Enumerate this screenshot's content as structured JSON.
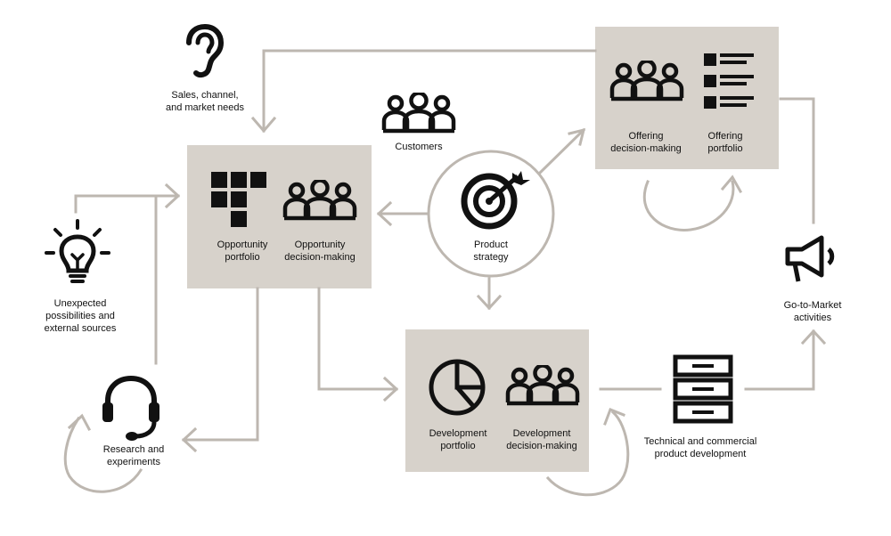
{
  "colors": {
    "box": "#d7d2cb",
    "arrow": "#bdb7b0",
    "icon": "#111111"
  },
  "nodes": {
    "sales": {
      "icon": "ear-icon",
      "lines": [
        "Sales, channel,",
        "and market needs"
      ]
    },
    "customers": {
      "icon": "people-group-icon",
      "lines": [
        "Customers"
      ]
    },
    "strategy": {
      "icon": "target-icon",
      "lines": [
        "Product",
        "strategy"
      ]
    },
    "opp_portfolio": {
      "icon": "blocks-icon",
      "lines": [
        "Opportunity",
        "portfolio"
      ]
    },
    "opp_decision": {
      "icon": "people-group-icon",
      "lines": [
        "Opportunity",
        "decision-making"
      ]
    },
    "off_decision": {
      "icon": "people-group-icon",
      "lines": [
        "Offering",
        "decision-making"
      ]
    },
    "off_portfolio": {
      "icon": "list-icon",
      "lines": [
        "Offering",
        "portfolio"
      ]
    },
    "unexpected": {
      "icon": "lightbulb-icon",
      "lines": [
        "Unexpected",
        "possibilities and",
        "external sources"
      ]
    },
    "research": {
      "icon": "headset-icon",
      "lines": [
        "Research and",
        "experiments"
      ]
    },
    "dev_portfolio": {
      "icon": "pie-chart-icon",
      "lines": [
        "Development",
        "portfolio"
      ]
    },
    "dev_decision": {
      "icon": "people-group-icon",
      "lines": [
        "Development",
        "decision-making"
      ]
    },
    "tech": {
      "icon": "server-rack-icon",
      "lines": [
        "Technical and commercial",
        "product development"
      ]
    },
    "gtm": {
      "icon": "megaphone-icon",
      "lines": [
        "Go-to-Market",
        "activities"
      ]
    }
  }
}
